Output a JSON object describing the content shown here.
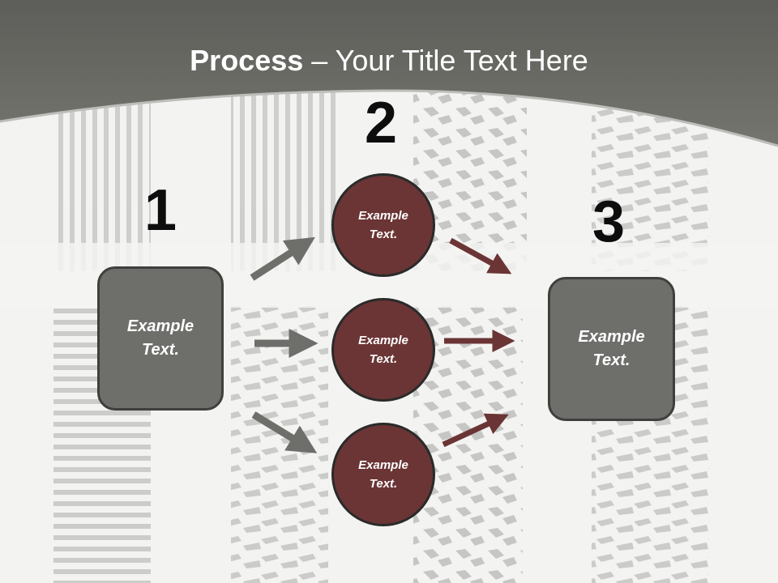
{
  "title": {
    "bold": "Process",
    "rest": " – Your Title Text Here"
  },
  "steps": [
    {
      "number": "1",
      "text": "Example Text."
    },
    {
      "number": "2",
      "texts": [
        "Example Text.",
        "Example Text.",
        "Example Text."
      ]
    },
    {
      "number": "3",
      "text": "Example Text."
    }
  ],
  "colors": {
    "header": "#6a6a66",
    "box_fill": "#6e6e6b",
    "circle_fill": "#6b3535",
    "arrow_gray": "#6e6e6b",
    "arrow_red": "#6b3535"
  }
}
